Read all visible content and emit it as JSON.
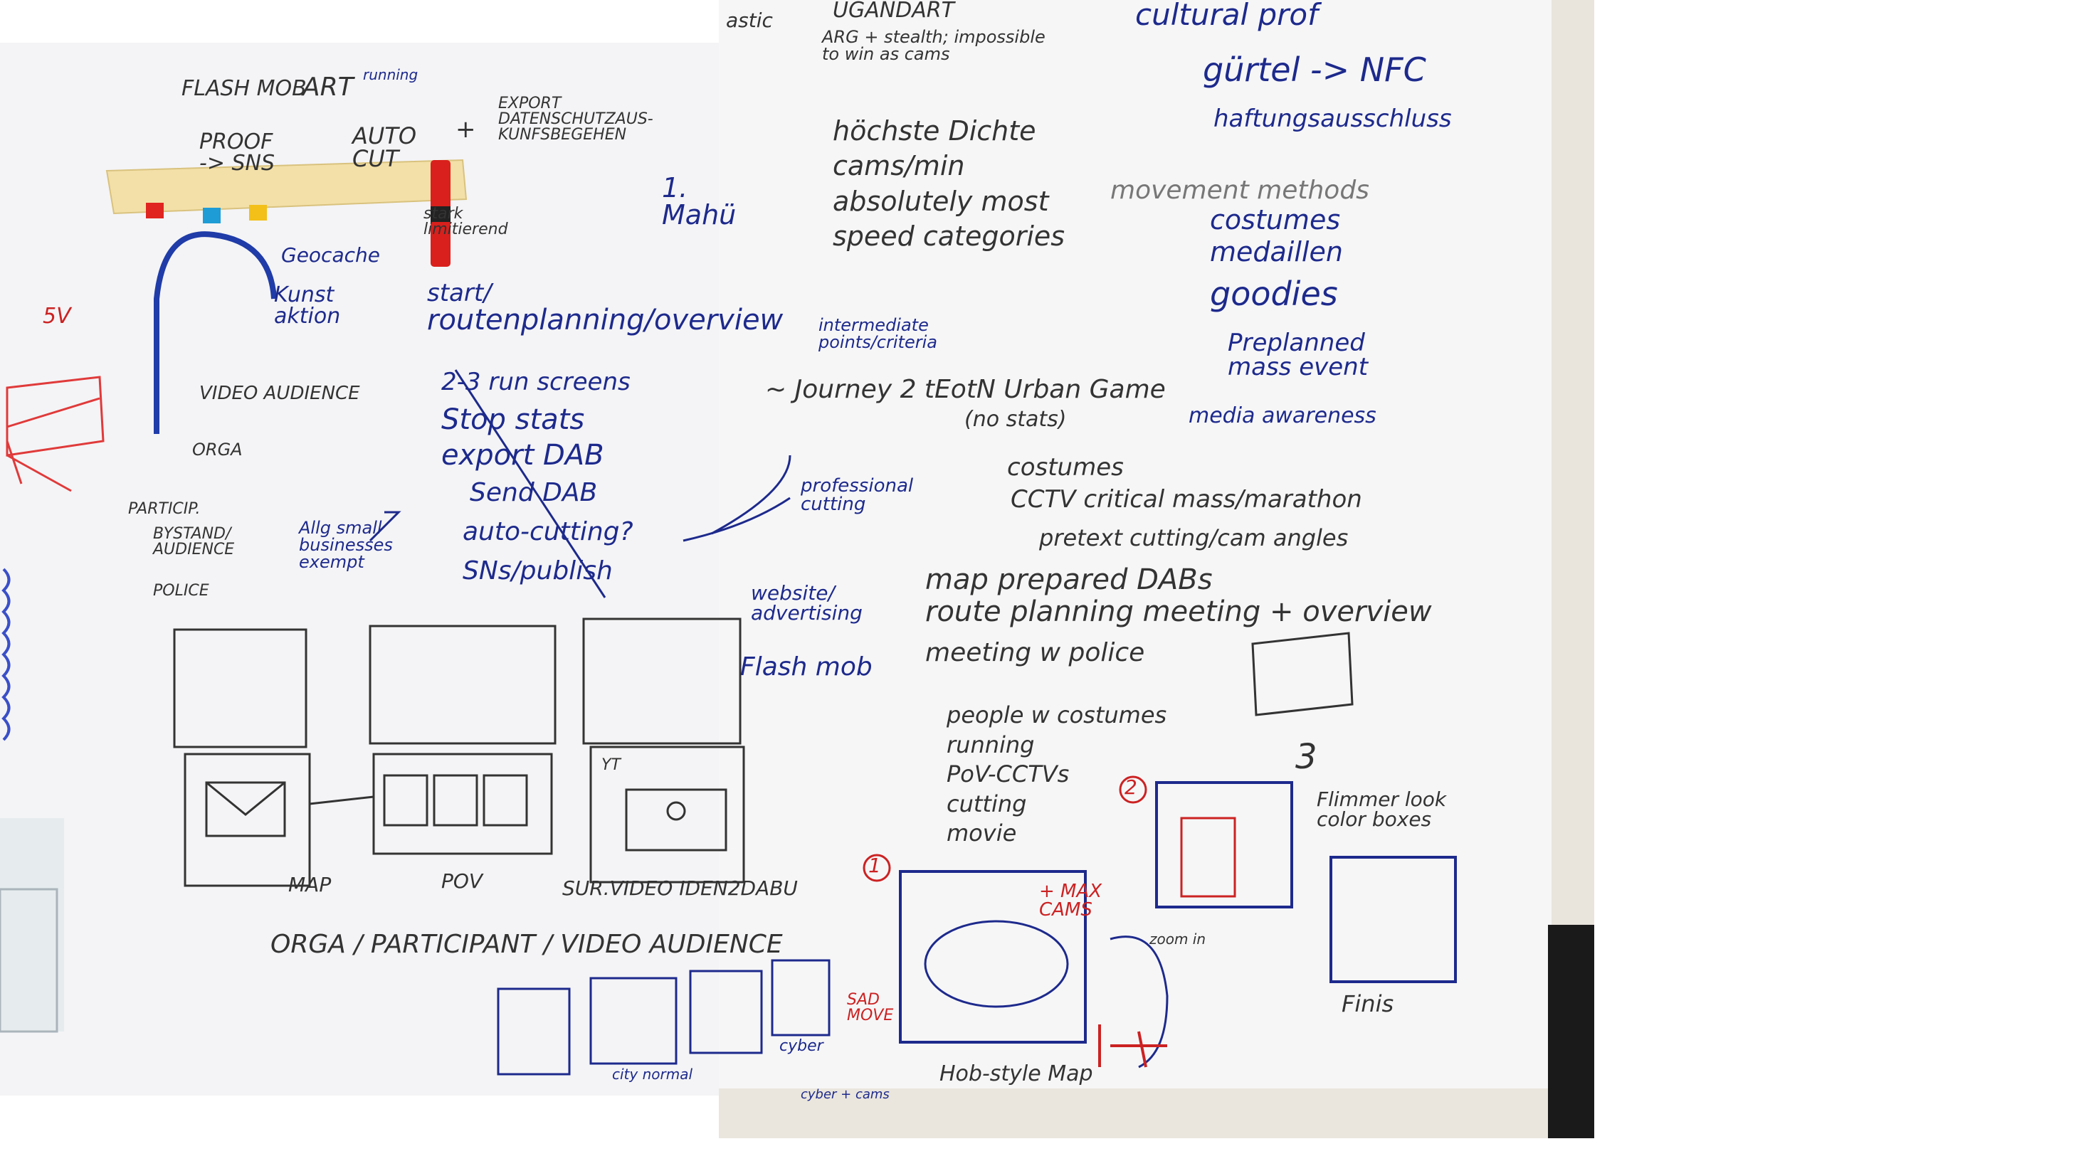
{
  "scene": "whiteboard-photo-collage",
  "colors": {
    "marker_blue": "#1d2a8c",
    "marker_black": "#333333",
    "marker_red": "#cc2222",
    "board_white": "#ffffff",
    "tape": "#f3e0a8"
  },
  "notes": {
    "flash_mob_top": "FLASH MOB",
    "art": "ART",
    "running": "running",
    "proof_sns": "PROOF\n-> SNS",
    "auto_cut": "AUTO\nCUT",
    "plus": "+",
    "export_datenschutz": "EXPORT\nDATENSCHUTZAUS-\nKUNFSBEGEHEN",
    "ugandart": "UGANDART",
    "arg_stealth": "ARG + stealth; impossible\nto win as cams",
    "astic": "astic",
    "cultural_prof": "cultural prof",
    "guertel_nfc": "gürtel  -> NFC",
    "haftung": "haftungsausschluss",
    "hoechste_dichte": "höchste Dichte\ncams/min\nabsolutely most\nspeed categories",
    "movement_methods": "movement methods",
    "costumes": "costumes",
    "medaillen": "medaillen",
    "goodies": "goodies",
    "preplanned": "Preplanned\nmass event",
    "media_awareness": "media awareness",
    "geocache": "Geocache",
    "kunst_aktion": "Kunst\naktion",
    "stark_limitierend": "stark\nlimitierend",
    "mahue": "1.\nMahü",
    "start": "start/",
    "routenplanning": "routenplanning/overview",
    "intermediate": "intermediate\npoints/criteria",
    "run_screens": "2-3 run screens",
    "stop_stats": "Stop  stats",
    "export_dab": "export DAB",
    "send_dab": "Send DAB",
    "auto_cutting": "auto-cutting?",
    "sns_publish": "SNs/publish",
    "journey": "~ Journey 2 tEotN  Urban Game",
    "no_stats": "(no stats)",
    "professional_cutting": "professional\ncutting",
    "video_audience": "VIDEO AUDIENCE",
    "orga": "ORGA",
    "particip": "PARTICIP.",
    "bystand": "BYSTAND/\nAUDIENCE",
    "police": "POLICE",
    "shops": "Allg small\nbusinesses\nexempt",
    "costumes2": "costumes",
    "cctv_critical": "CCTV critical mass/marathon",
    "pretext": "pretext cutting/cam angles",
    "map_prepared": "map  prepared DABs",
    "route_planning_meeting": "route planning meeting + overview",
    "meeting_police": "meeting w police",
    "website": "website/\nadvertising",
    "flash_mob": "Flash mob",
    "people_costumes": "people w costumes\nrunning\nPoV-CCTVs\ncutting\nmovie",
    "num_3": "3",
    "num_2": "2",
    "num_1": "1",
    "flimmer": "Flimmer look\ncolor boxes",
    "max_cams": "+ MAX\nCAMS",
    "zoom_in": "zoom in",
    "sad_move": "SAD\nMOVE",
    "hob_map": "Hob-style Map",
    "finis": "Finis",
    "map_label": "MAP",
    "pov_label": "POV",
    "survideo": "SUR.VIDEO IDEN2DABU",
    "orga_participant": "ORGA / PARTICIPANT / VIDEO AUDIENCE",
    "city_normal": "city normal",
    "cyber": "cyber",
    "cyber_cams": "cyber + cams",
    "yt": "YT",
    "five_v": "5V"
  }
}
